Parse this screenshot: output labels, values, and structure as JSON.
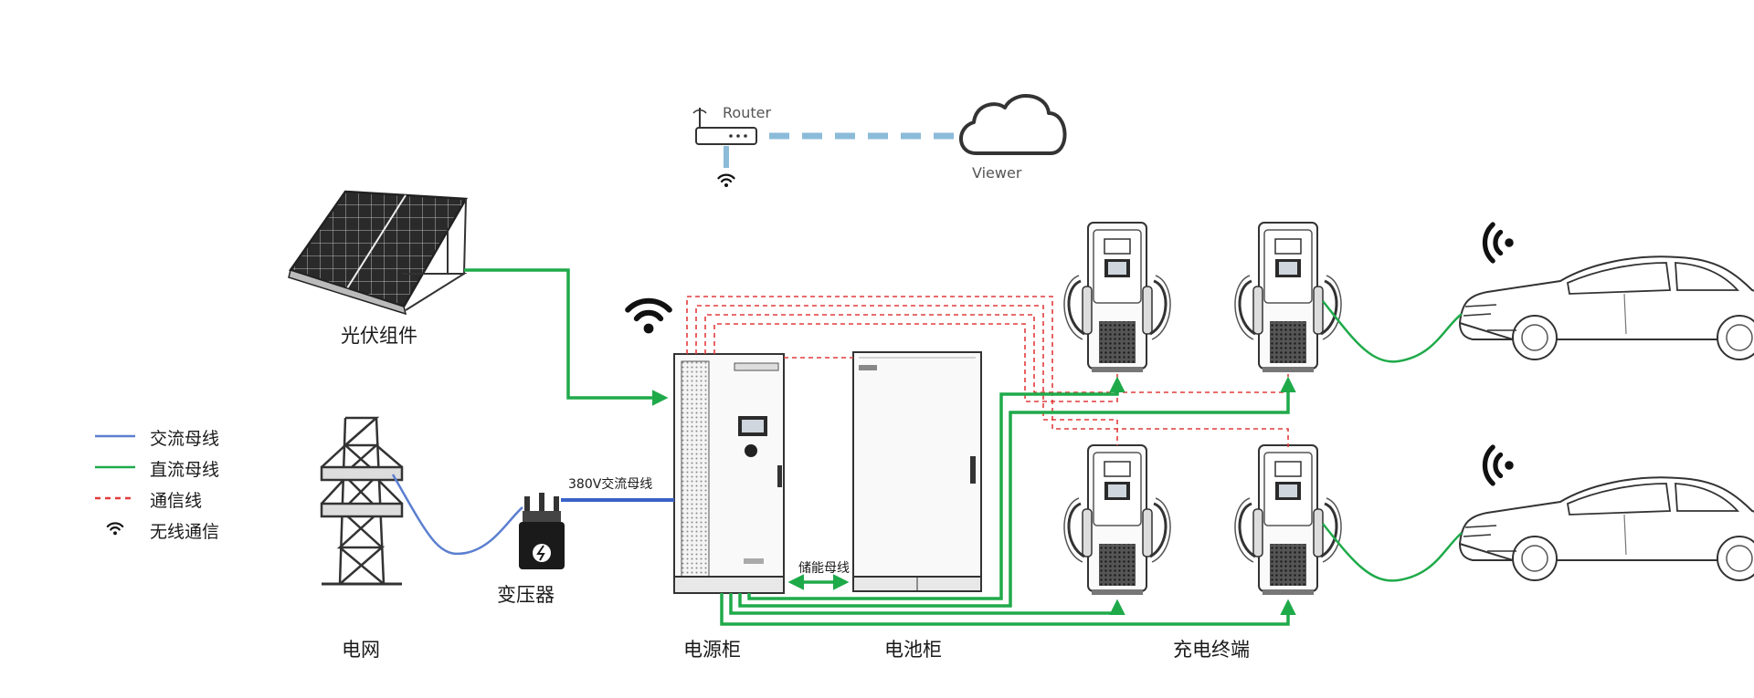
{
  "colors": {
    "ac_bus": "#5b7fd0",
    "dc_bus": "#1faa4a",
    "comm_line": "#e23b3b",
    "wifi": "#111111",
    "cloud_link": "#8bbbd8"
  },
  "labels": {
    "router": "Router",
    "viewer": "Viewer",
    "pv": "光伏组件",
    "grid": "电网",
    "transformer": "变压器",
    "ac_bus_380": "380V交流母线",
    "storage_bus": "储能母线",
    "power_cabinet": "电源柜",
    "battery_cabinet": "电池柜",
    "charging_terminal": "充电终端"
  },
  "legend": [
    {
      "key": "ac",
      "label": "交流母线",
      "color": "#5b7fd0",
      "style": "solid"
    },
    {
      "key": "dc",
      "label": "直流母线",
      "color": "#1faa4a",
      "style": "solid"
    },
    {
      "key": "comm",
      "label": "通信线",
      "color": "#e23b3b",
      "style": "dashed"
    },
    {
      "key": "wifi",
      "label": "无线通信",
      "icon": "wifi-icon"
    }
  ]
}
